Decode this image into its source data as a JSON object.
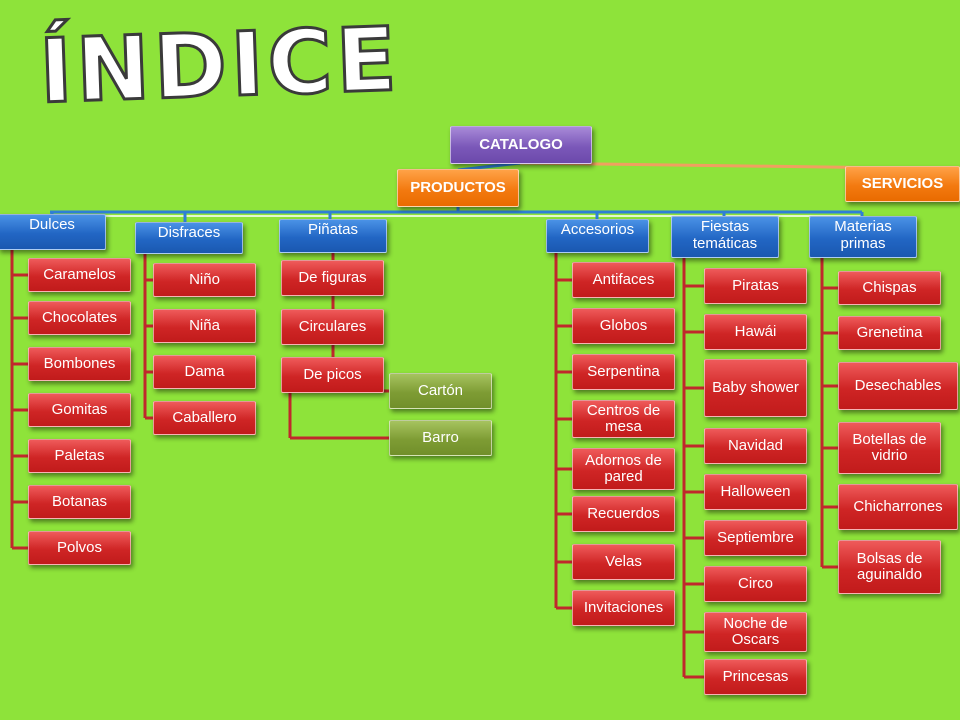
{
  "title": "ÍNDICE",
  "colors": {
    "background": "#8ee33a",
    "connector_main": "#2f7fd6",
    "connector_lower": "#ffffff",
    "connector_servicios": "#f0a060",
    "connector_child": "#c0282c",
    "connector_subchild": "#8db040"
  },
  "root": "CATALOGO",
  "productos": "PRODUCTOS",
  "servicios": "SERVICIOS",
  "categories": [
    {
      "label": "Dulces",
      "items": [
        "Caramelos",
        "Chocolates",
        "Bombones",
        "Gomitas",
        "Paletas",
        "Botanas",
        "Polvos"
      ]
    },
    {
      "label": "Disfraces",
      "items": [
        "Niño",
        "Niña",
        "Dama",
        "Caballero"
      ]
    },
    {
      "label": "Piñatas",
      "items": [
        "De figuras",
        "Circulares",
        "De picos"
      ],
      "subitems": [
        "Cartón",
        "Barro"
      ]
    },
    {
      "label": "Accesorios",
      "items": [
        "Antifaces",
        "Globos",
        "Serpentina",
        "Centros de mesa",
        "Adornos de pared",
        "Recuerdos",
        "Velas",
        "Invitaciones"
      ]
    },
    {
      "label": "Fiestas temáticas",
      "items": [
        "Piratas",
        "Hawái",
        "Baby shower",
        "Navidad",
        "Halloween",
        "Septiembre",
        "Circo",
        "Noche de Oscars",
        "Princesas"
      ]
    },
    {
      "label": "Materias primas",
      "items": [
        "Chispas",
        "Grenetina",
        "Desechables",
        "Botellas de vidrio",
        "Chicharrones",
        "Bolsas de aguinaldo"
      ]
    }
  ]
}
